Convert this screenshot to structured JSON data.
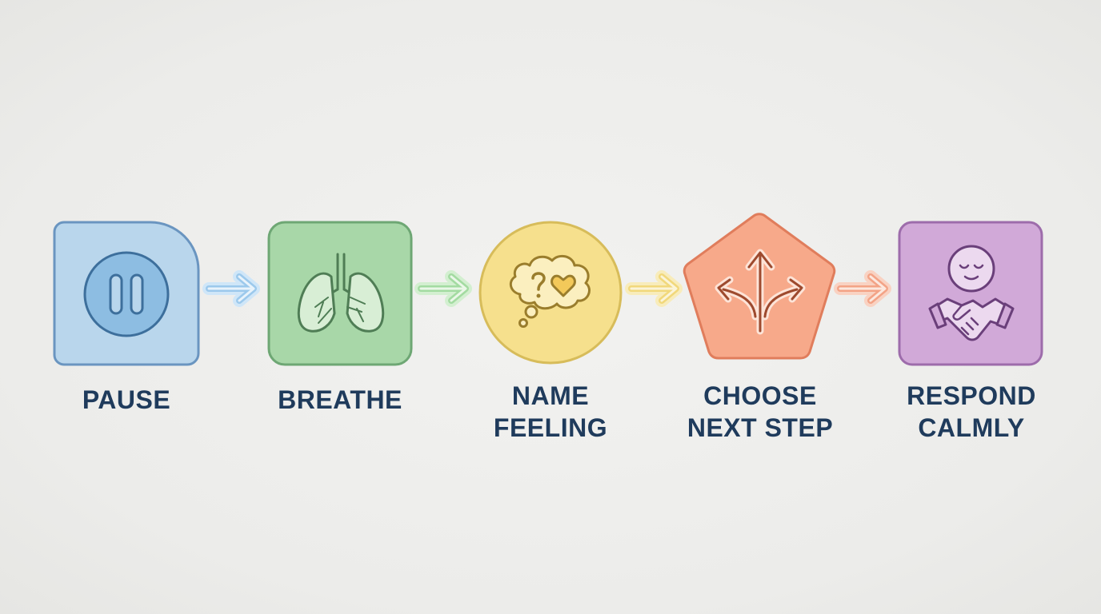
{
  "diagram": {
    "steps": [
      {
        "label_lines": [
          "PAUSE"
        ],
        "icon": "pause-icon",
        "shape": "rounded-square-with-rounded-top-right",
        "fill": "#b9d6ec",
        "stroke": "#6a95c0"
      },
      {
        "label_lines": [
          "BREATHE"
        ],
        "icon": "lungs-icon",
        "shape": "rounded-square",
        "fill": "#a8d7a8",
        "stroke": "#6ea774"
      },
      {
        "label_lines": [
          "NAME",
          "FEELING"
        ],
        "icon": "thought-bubble-icon",
        "shape": "circle",
        "fill": "#f6e08d",
        "stroke": "#d7bc5a"
      },
      {
        "label_lines": [
          "CHOOSE",
          "NEXT STEP"
        ],
        "icon": "branching-arrows-icon",
        "shape": "pentagon",
        "fill": "#f7a98a",
        "stroke": "#e07d5c"
      },
      {
        "label_lines": [
          "RESPOND",
          "CALMLY"
        ],
        "icon": "calm-face-handshake-icon",
        "shape": "rounded-square",
        "fill": "#d1a9d8",
        "stroke": "#9d6cab"
      }
    ],
    "arrows": [
      {
        "from": "PAUSE",
        "to": "BREATHE",
        "color": "#9cc9ec",
        "glow": "#cfe6f8"
      },
      {
        "from": "BREATHE",
        "to": "NAME FEELING",
        "color": "#a3dba1",
        "glow": "#d3efd0"
      },
      {
        "from": "NAME FEELING",
        "to": "CHOOSE NEXT STEP",
        "color": "#f1d87b",
        "glow": "#f8ecbb"
      },
      {
        "from": "CHOOSE NEXT STEP",
        "to": "RESPOND CALMLY",
        "color": "#f3a386",
        "glow": "#f9d2c2"
      }
    ],
    "text_color": "#1f3b5c"
  }
}
